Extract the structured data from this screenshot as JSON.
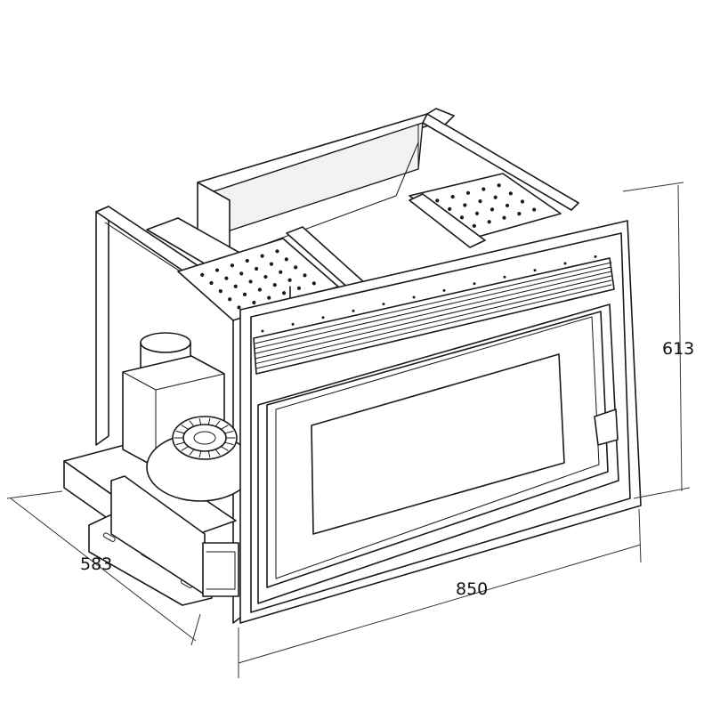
{
  "dimensions": {
    "width": "850",
    "height": "613",
    "depth": "583"
  }
}
